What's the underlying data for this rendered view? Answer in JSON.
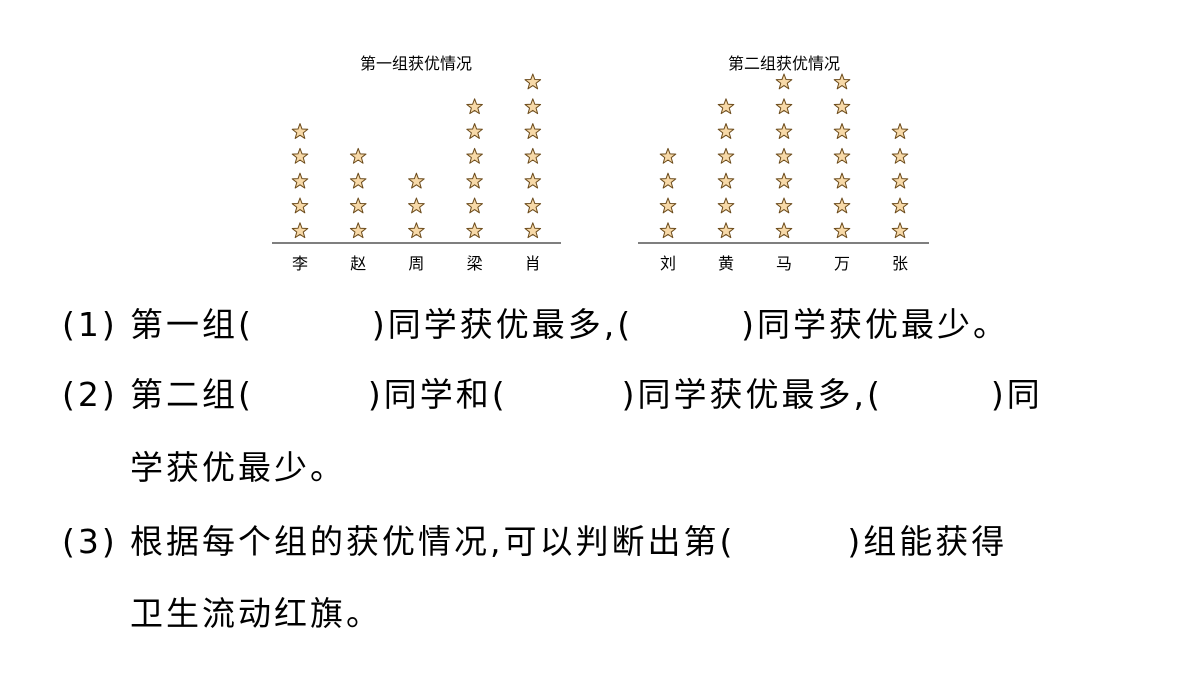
{
  "chart_data": [
    {
      "type": "pictograph",
      "title": "第一组获优情况",
      "symbol": "star",
      "categories": [
        "李",
        "赵",
        "周",
        "梁",
        "肖"
      ],
      "values": [
        5,
        4,
        3,
        6,
        7
      ]
    },
    {
      "type": "pictograph",
      "title": "第二组获优情况",
      "symbol": "star",
      "categories": [
        "刘",
        "黄",
        "马",
        "万",
        "张"
      ],
      "values": [
        4,
        6,
        7,
        7,
        5
      ]
    }
  ],
  "colors": {
    "star_fill": "#f7d9a8",
    "star_stroke": "#6b4a1a",
    "axis": "#333333"
  },
  "questions": {
    "q1": {
      "num": "(1)",
      "a": "第一组(",
      "b": ")同学获优最多,(",
      "c": ")同学获优最少。"
    },
    "q2": {
      "num": "(2)",
      "a": "第二组(",
      "b": ")同学和(",
      "c": ")同学获优最多,(",
      "d": ")同",
      "line2": "学获优最少。"
    },
    "q3": {
      "num": "(3)",
      "a": "根据每个组的获优情况,可以判断出第(",
      "b": ")组能获得",
      "line2": "卫生流动红旗。"
    }
  }
}
